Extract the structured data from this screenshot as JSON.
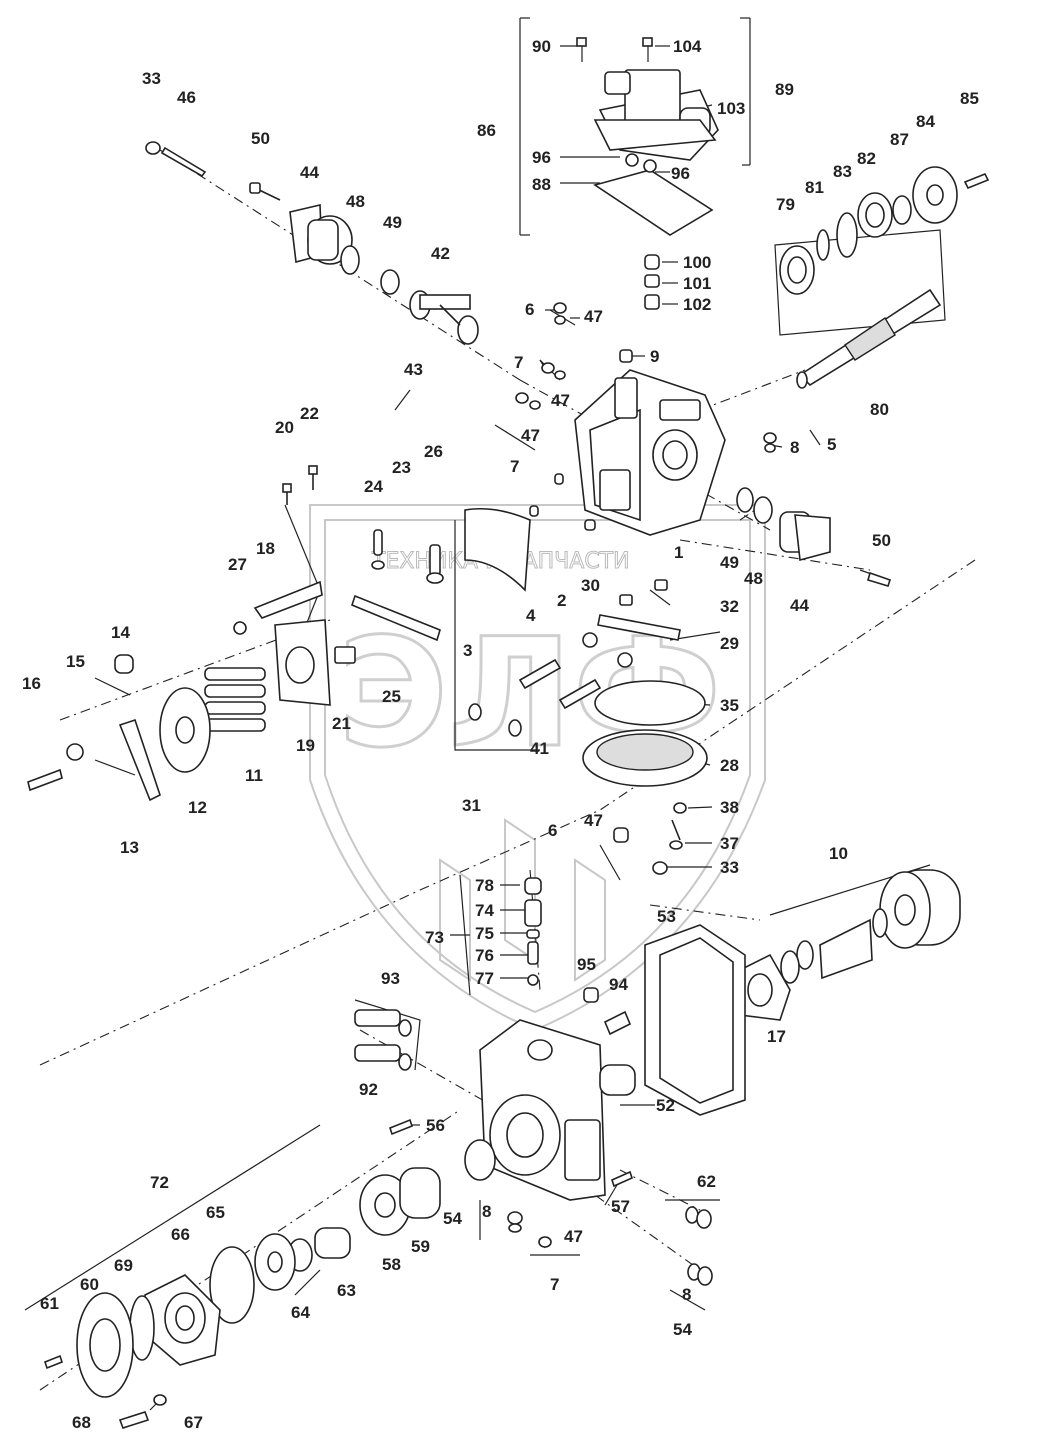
{
  "watermark": {
    "text": "ТЕХНИКА И ЗАПЧАСТИ",
    "logo": "ЭЛФ"
  },
  "part_labels": [
    {
      "id": "l1",
      "text": "90"
    },
    {
      "id": "l2",
      "text": "104"
    },
    {
      "id": "l3",
      "text": "89"
    },
    {
      "id": "l4",
      "text": "103"
    },
    {
      "id": "l5",
      "text": "86"
    },
    {
      "id": "l6",
      "text": "96"
    },
    {
      "id": "l7",
      "text": "96"
    },
    {
      "id": "l8",
      "text": "88"
    },
    {
      "id": "l9",
      "text": "100"
    },
    {
      "id": "l10",
      "text": "101"
    },
    {
      "id": "l11",
      "text": "102"
    },
    {
      "id": "l12",
      "text": "33"
    },
    {
      "id": "l13",
      "text": "46"
    },
    {
      "id": "l14",
      "text": "50"
    },
    {
      "id": "l15",
      "text": "44"
    },
    {
      "id": "l16",
      "text": "48"
    },
    {
      "id": "l17",
      "text": "49"
    },
    {
      "id": "l18",
      "text": "42"
    },
    {
      "id": "l19",
      "text": "6"
    },
    {
      "id": "l20",
      "text": "47"
    },
    {
      "id": "l21",
      "text": "7"
    },
    {
      "id": "l22",
      "text": "9"
    },
    {
      "id": "l23",
      "text": "43"
    },
    {
      "id": "l24",
      "text": "47"
    },
    {
      "id": "l25",
      "text": "47"
    },
    {
      "id": "l26",
      "text": "7"
    },
    {
      "id": "l27",
      "text": "85"
    },
    {
      "id": "l28",
      "text": "84"
    },
    {
      "id": "l29",
      "text": "87"
    },
    {
      "id": "l30",
      "text": "82"
    },
    {
      "id": "l31",
      "text": "83"
    },
    {
      "id": "l32",
      "text": "81"
    },
    {
      "id": "l33",
      "text": "79"
    },
    {
      "id": "l34",
      "text": "80"
    },
    {
      "id": "l35",
      "text": "8"
    },
    {
      "id": "l36",
      "text": "5"
    },
    {
      "id": "l37",
      "text": "20"
    },
    {
      "id": "l38",
      "text": "22"
    },
    {
      "id": "l39",
      "text": "23"
    },
    {
      "id": "l40",
      "text": "26"
    },
    {
      "id": "l41",
      "text": "24"
    },
    {
      "id": "l42",
      "text": "27"
    },
    {
      "id": "l43",
      "text": "18"
    },
    {
      "id": "l44",
      "text": "1"
    },
    {
      "id": "l45",
      "text": "49"
    },
    {
      "id": "l46",
      "text": "48"
    },
    {
      "id": "l47",
      "text": "44"
    },
    {
      "id": "l48",
      "text": "50"
    },
    {
      "id": "l49",
      "text": "3"
    },
    {
      "id": "l50",
      "text": "4"
    },
    {
      "id": "l51",
      "text": "2"
    },
    {
      "id": "l52",
      "text": "30"
    },
    {
      "id": "l53",
      "text": "32"
    },
    {
      "id": "l54",
      "text": "29"
    },
    {
      "id": "l55",
      "text": "14"
    },
    {
      "id": "l56",
      "text": "15"
    },
    {
      "id": "l57",
      "text": "16"
    },
    {
      "id": "l58",
      "text": "25"
    },
    {
      "id": "l59",
      "text": "21"
    },
    {
      "id": "l60",
      "text": "19"
    },
    {
      "id": "l61",
      "text": "11"
    },
    {
      "id": "l62",
      "text": "12"
    },
    {
      "id": "l63",
      "text": "13"
    },
    {
      "id": "l64",
      "text": "41"
    },
    {
      "id": "l65",
      "text": "35"
    },
    {
      "id": "l66",
      "text": "31"
    },
    {
      "id": "l67",
      "text": "28"
    },
    {
      "id": "l68",
      "text": "38"
    },
    {
      "id": "l69",
      "text": "6"
    },
    {
      "id": "l70",
      "text": "47"
    },
    {
      "id": "l71",
      "text": "37"
    },
    {
      "id": "l72",
      "text": "33"
    },
    {
      "id": "l73",
      "text": "10"
    },
    {
      "id": "l74",
      "text": "78"
    },
    {
      "id": "l75",
      "text": "74"
    },
    {
      "id": "l76",
      "text": "75"
    },
    {
      "id": "l77",
      "text": "76"
    },
    {
      "id": "l78",
      "text": "77"
    },
    {
      "id": "l79",
      "text": "73"
    },
    {
      "id": "l80",
      "text": "53"
    },
    {
      "id": "l81",
      "text": "95"
    },
    {
      "id": "l82",
      "text": "94"
    },
    {
      "id": "l83",
      "text": "93"
    },
    {
      "id": "l84",
      "text": "92"
    },
    {
      "id": "l85",
      "text": "17"
    },
    {
      "id": "l86",
      "text": "52"
    },
    {
      "id": "l87",
      "text": "56"
    },
    {
      "id": "l88",
      "text": "62"
    },
    {
      "id": "l89",
      "text": "57"
    },
    {
      "id": "l90",
      "text": "72"
    },
    {
      "id": "l91",
      "text": "65"
    },
    {
      "id": "l92",
      "text": "66"
    },
    {
      "id": "l93",
      "text": "69"
    },
    {
      "id": "l94",
      "text": "60"
    },
    {
      "id": "l95",
      "text": "61"
    },
    {
      "id": "l96",
      "text": "63"
    },
    {
      "id": "l97",
      "text": "64"
    },
    {
      "id": "l98",
      "text": "58"
    },
    {
      "id": "l99",
      "text": "59"
    },
    {
      "id": "l100",
      "text": "54"
    },
    {
      "id": "l101",
      "text": "8"
    },
    {
      "id": "l102",
      "text": "47"
    },
    {
      "id": "l103",
      "text": "7"
    },
    {
      "id": "l104",
      "text": "8"
    },
    {
      "id": "l105",
      "text": "54"
    },
    {
      "id": "l106",
      "text": "68"
    },
    {
      "id": "l107",
      "text": "67"
    }
  ]
}
